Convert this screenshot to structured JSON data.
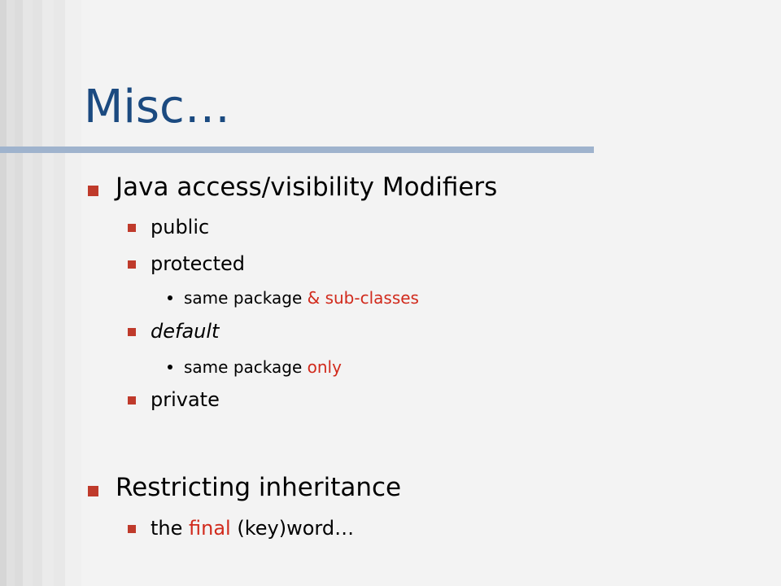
{
  "slide": {
    "title": "Misc…",
    "bullets": [
      {
        "text": "Java access/visibility Modifiers",
        "children": [
          {
            "text": "public"
          },
          {
            "text": "protected",
            "sub": {
              "plain": "same package ",
              "highlight": "& sub-classes"
            }
          },
          {
            "text": "default",
            "sub": {
              "plain": "same package ",
              "highlight": "only"
            }
          },
          {
            "text": "private"
          }
        ]
      },
      {
        "text": "Restricting inheritance",
        "children": [
          {
            "pre": "the ",
            "highlight": "final",
            "post": " (key)word…"
          }
        ]
      }
    ]
  },
  "colors": {
    "title": "#1b4a80",
    "title_rule": "#9fb3cd",
    "bullet": "#bf3a2b",
    "highlight": "#d12a1c",
    "background": "#f3f3f3"
  }
}
